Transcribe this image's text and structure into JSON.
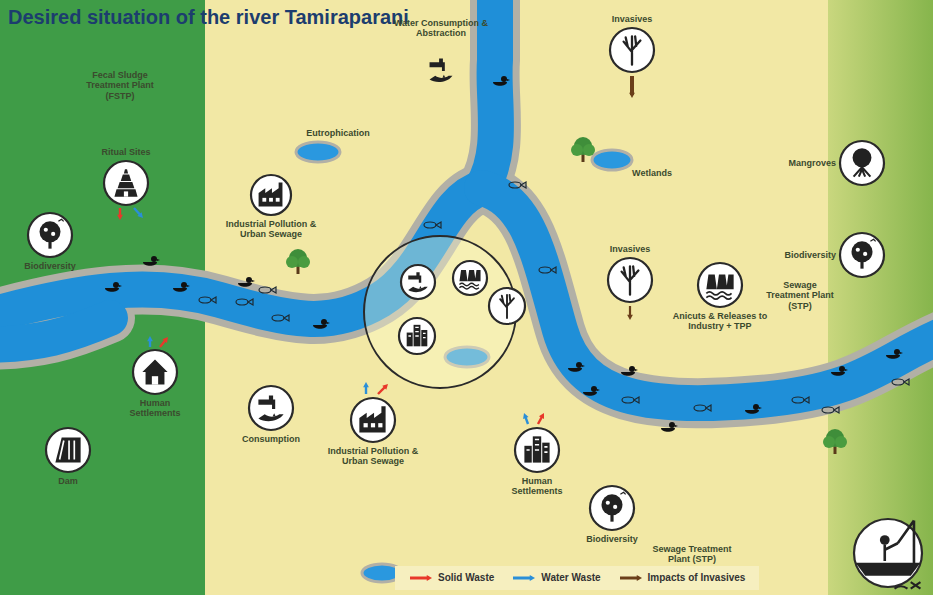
{
  "diagram": {
    "title": "Desired situation of the river Tamiraparani",
    "nodes": [
      {
        "text": [
          "Invasives"
        ]
      },
      {
        "text": [
          "Mangroves"
        ]
      },
      {
        "text": [
          "Ritual Sites"
        ]
      },
      {
        "text": [
          "Industrial Pollution & Urban Sewage"
        ]
      },
      {
        "text": [
          "Biodiversity"
        ]
      },
      {
        "text": [
          "Biodiversity"
        ]
      },
      {
        "text": [
          "Invasives"
        ]
      },
      {
        "text": [
          "Anicuts & Releases to Industry + TPP"
        ]
      },
      {
        "text": [
          "Human Settlements"
        ]
      },
      {
        "text": [
          "Consumption"
        ]
      },
      {
        "text": [
          "Industrial Pollution & Urban Sewage"
        ]
      },
      {
        "text": [
          "Human Settlements"
        ]
      },
      {
        "text": [
          "Dam"
        ]
      },
      {
        "text": [
          "Biodiversity"
        ]
      }
    ],
    "labels": [
      "Fecal Sludge Treatment Plant (FSTP)",
      "Water Consumption & Abstraction",
      "Eutrophication",
      "Wetlands",
      "Sewage Treatment Plant (STP)",
      "Sewage Treatment Plant (STP)"
    ],
    "legend": [
      {
        "text": "Solid Waste"
      },
      {
        "text": "Water Waste"
      },
      {
        "text": "Impacts of Invasives"
      }
    ]
  }
}
